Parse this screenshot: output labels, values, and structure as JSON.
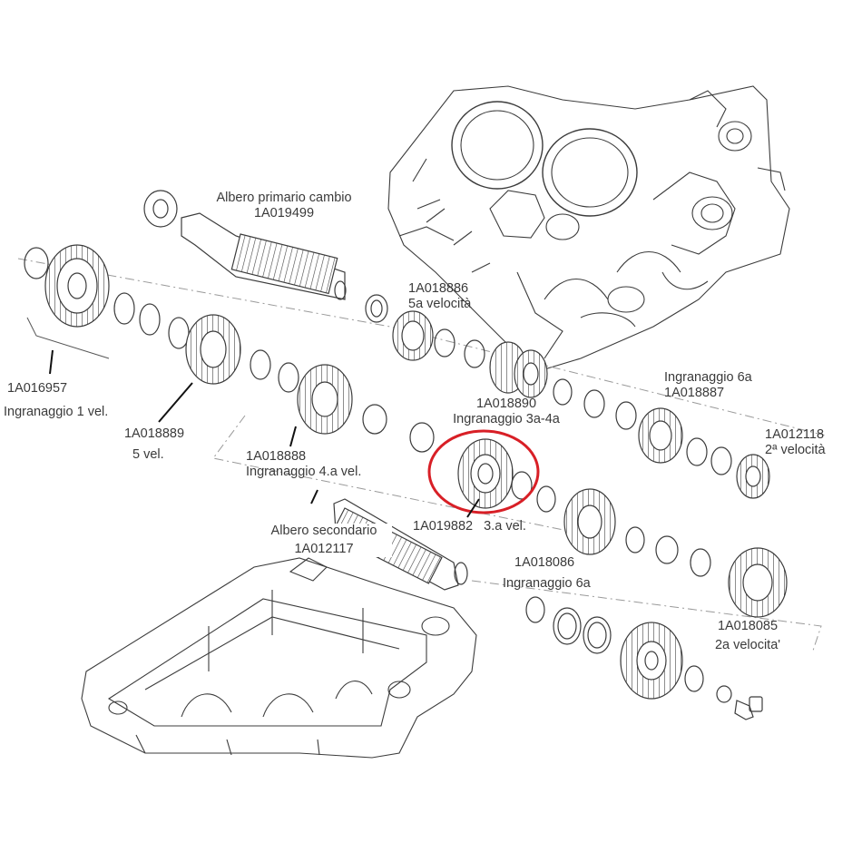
{
  "labels": {
    "albero_primario": {
      "name": "Albero primario cambio",
      "code": "1A019499"
    },
    "marcia_5a": {
      "code": "1A018886",
      "name": "5a velocità"
    },
    "ingranaggio_6a_top": {
      "name": "Ingranaggio 6a",
      "code": "1A018887"
    },
    "ingranaggio_3a4a": {
      "code": "1A018890",
      "name": "Ingranaggio 3a-4a"
    },
    "seconda_top": {
      "code": "1A012118",
      "name": "2ª velocità"
    },
    "ingranaggio_1": {
      "code": "1A016957",
      "name": "Ingranaggio 1 vel."
    },
    "cinque_vel": {
      "code": "1A018889",
      "name": "5 vel."
    },
    "ingranaggio_4a": {
      "code": "1A018888",
      "name": "Ingranaggio 4.a vel."
    },
    "terza_vel": {
      "code": "1A019882",
      "name": "3.a vel."
    },
    "albero_secondario": {
      "name": "Albero secondario",
      "code": "1A012117"
    },
    "ingranaggio_6a_bottom": {
      "code": "1A018086",
      "name": "Ingranaggio 6a"
    },
    "seconda_bottom": {
      "code": "1A018085",
      "name": "2a velocita'"
    }
  },
  "highlight": {
    "color": "#d81f26",
    "target": "1A019882"
  },
  "colors": {
    "stroke": "#3c3c3c",
    "label_text": "#3a3a3a",
    "label_highlight_bg": "#e2e2e2"
  }
}
